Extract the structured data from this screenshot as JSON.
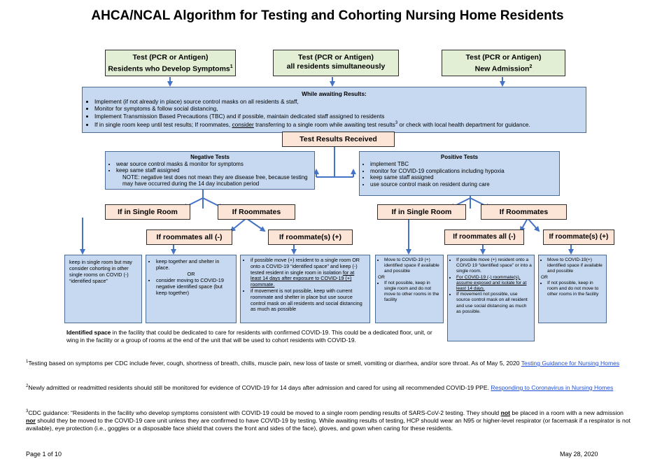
{
  "title": "AHCA/NCAL Algorithm for Testing and Cohorting Nursing Home Residents",
  "top_boxes": [
    {
      "line1": "Test (PCR or Antigen)",
      "line2": "Residents who Develop Symptoms",
      "sup": "1"
    },
    {
      "line1": "Test (PCR or Antigen)",
      "line2": "all residents simultaneously",
      "sup": ""
    },
    {
      "line1": "Test (PCR or Antigen)",
      "line2": "New Admission",
      "sup": "2"
    }
  ],
  "awaiting": {
    "heading": "While awaiting Results:",
    "items": [
      "Implement (if not already in place) source control masks on all residents & staff,",
      "Monitor for symptoms & follow social distancing,",
      "Implement Transmission Based Precautions (TBC) and if possible, maintain dedicated staff assigned to residents"
    ],
    "last_a": "If in single room  keep until test results; If roommates, ",
    "last_u": "consider",
    "last_b": " transferring to a single room while awaiting test results",
    "last_sup": "3",
    "last_c": " or check with local health department for guidance."
  },
  "received": "Test Results Received",
  "negative": {
    "heading": "Negative Tests",
    "items": [
      "wear source control masks & monitor for symptoms",
      "keep same staff assigned"
    ],
    "note": "NOTE: negative test does not mean they are disease free, because testing  may have occurred during the 14 day incubation period"
  },
  "positive": {
    "heading": "Positive Tests",
    "items": [
      "implement TBC",
      "monitor for COVID-19 complications including hypoxia",
      "keep same staff assigned",
      "use source control mask on resident during care"
    ]
  },
  "labels": {
    "single_room": "If in Single Room",
    "roommates": "If Roommates",
    "all_neg": "If roommates all (-)",
    "some_pos": "If roommate(s) (+)"
  },
  "detail": {
    "neg_single": "keep in single room but may consider cohorting in other single rooms on COVID (-) “identified space”",
    "neg_allneg_a": "keep together and shelter in place.",
    "neg_allneg_or": "OR",
    "neg_allneg_b": "consider moving to COVID-19 negative identified space (but keep together)",
    "neg_pos_1a": "if possible move (+) resident to a single room OR onto a COVID-19 “identified space” and keep (-) tested resident in single room in isolation ",
    "neg_pos_1u": "for at least 14 days after exposure to COVID-19 (+) roommate.",
    "neg_pos_2": "if movement is not possible, keep with current roommate and shelter in place but use source control mask on all residents and social distancing as much as possible",
    "pos_single_1": "Move to COVID-19 (+) identified space if available and possible",
    "pos_single_or": "OR",
    "pos_single_2": "If not possible, keep in single room and do not move to other rooms in the facility",
    "pos_allneg_1": "If possible  move (+) resident onto a COIVD 19 “identified space” or into a single room.",
    "pos_allneg_2u": "For COVID-19 (-) roommate(s), assume exposed and isolate for at least 14 days.",
    "pos_allneg_3": "If movement not possible, use source control mask on all resident and use social distancing as much as possible.",
    "pos_pos_1": "Move to COVID-19(+) identified space if available and possible",
    "pos_pos_or": "OR",
    "pos_pos_2": "If not possible, keep in room and do not move to other rooms in the facility"
  },
  "identified": {
    "bold": "Identified  space",
    "text": " in the facility that could be dedicated to care for residents with confirmed COVID-19. This could be a dedicated floor, unit, or wing in the facility or a group of rooms at the end of the unit that will be used to cohort residents with COVID-19."
  },
  "footnotes": {
    "f1_sup": "1",
    "f1_text": "Testing based on symptoms per CDC include fever, cough, shortness of breath, chills, muscle pain, new loss of taste or smell, vomiting or diarrhea, and/or sore throat. As of May 5, 2020 ",
    "f1_link": "Testing Guidance for Nursing Homes",
    "f2_sup": "2",
    "f2_text": "Newly admitted or readmitted residents should still be monitored for evidence of COVID-19 for 14 days after admission and cared for using all recommended COVID-19 PPE. ",
    "f2_link": "Responding to Coronavirus in Nursing Homes",
    "f3_sup": "3",
    "f3_a": "CDC guidance: “Residents in the facility who develop symptoms consistent with COVID-19 could be moved to a single room pending results of SARS-CoV-2 testing. They should ",
    "f3_not": "not",
    "f3_b": " be placed in a room with a new admission ",
    "f3_nor": "nor",
    "f3_c": " should they be moved to the COVID-19 care unit unless they are confirmed to have COVID-19 by testing. While awaiting results of testing, HCP should wear an N95 or higher-level respirator (or facemask if a respirator is not available), eye protection (i.e., goggles or a disposable face shield that covers the front and sides of the face), gloves, and gown when caring for these residents."
  },
  "page": "Page 1 of 10",
  "date": "May 28, 2020"
}
